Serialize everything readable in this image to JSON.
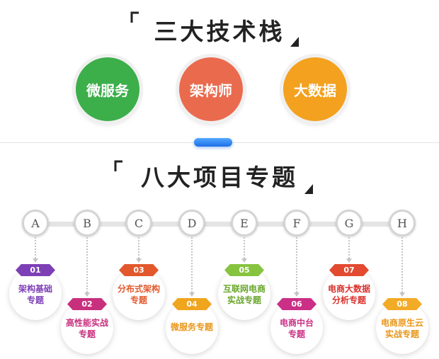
{
  "section1": {
    "title": "三大技术栈"
  },
  "stacks": [
    {
      "label": "微服务",
      "color": "#3cae4a"
    },
    {
      "label": "架构师",
      "color": "#ea6a4e"
    },
    {
      "label": "大数据",
      "color": "#f3a11f"
    }
  ],
  "section2": {
    "title": "八大项目专题"
  },
  "nodes": [
    "A",
    "B",
    "C",
    "D",
    "E",
    "F",
    "G",
    "H"
  ],
  "topics": [
    {
      "num": "01",
      "line1": "架构基础",
      "line2": "专题",
      "color": "#7d3fb6"
    },
    {
      "num": "02",
      "line1": "高性能实战",
      "line2": "专题",
      "color": "#c8307e"
    },
    {
      "num": "03",
      "line1": "分布式架构",
      "line2": "专题",
      "color": "#e2582c"
    },
    {
      "num": "04",
      "line1": "微服务专题",
      "line2": "",
      "color": "#f0a51e"
    },
    {
      "num": "05",
      "line1": "互联网电商",
      "line2": "实战专题",
      "color": "#86c33f"
    },
    {
      "num": "06",
      "line1": "电商中台",
      "line2": "专题",
      "color": "#cb2f86"
    },
    {
      "num": "07",
      "line1": "电商大数据",
      "line2": "分析专题",
      "color": "#e34a30"
    },
    {
      "num": "08",
      "line1": "电商原生云",
      "line2": "实战专题",
      "color": "#f2ab26"
    }
  ]
}
